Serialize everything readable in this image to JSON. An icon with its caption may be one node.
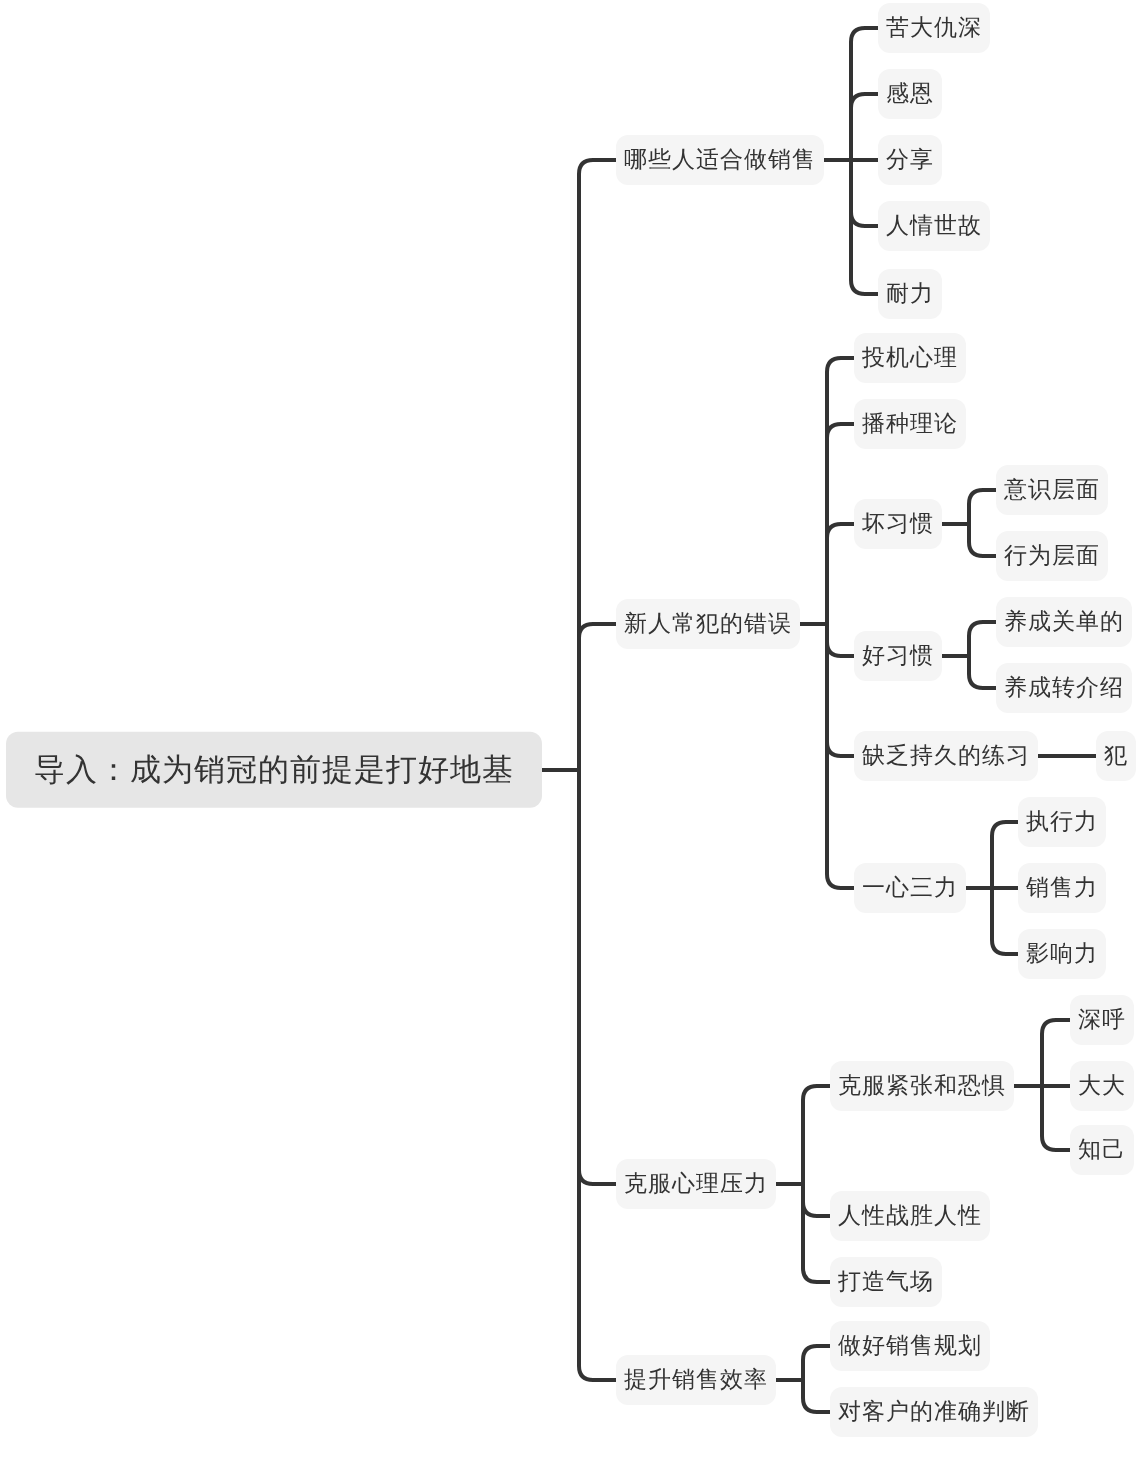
{
  "diagram": {
    "nodes": [
      {
        "text": [
          "导入：成为销冠的前提是打好地基"
        ]
      },
      {
        "text": [
          "哪些人适合做销售"
        ]
      },
      {
        "text": [
          "苦大仇深"
        ]
      },
      {
        "text": [
          "感恩"
        ]
      },
      {
        "text": [
          "分享"
        ]
      },
      {
        "text": [
          "人情世故"
        ]
      },
      {
        "text": [
          "耐力"
        ]
      },
      {
        "text": [
          "新人常犯的错误"
        ]
      },
      {
        "text": [
          "投机心理"
        ]
      },
      {
        "text": [
          "播种理论"
        ]
      },
      {
        "text": [
          "坏习惯"
        ]
      },
      {
        "text": [
          "意识层面"
        ]
      },
      {
        "text": [
          "行为层面"
        ]
      },
      {
        "text": [
          "好习惯"
        ]
      },
      {
        "text": [
          "养成关单的"
        ]
      },
      {
        "text": [
          "养成转介绍"
        ]
      },
      {
        "text": [
          "缺乏持久的练习"
        ]
      },
      {
        "text": [
          "犯"
        ]
      },
      {
        "text": [
          "一心三力"
        ]
      },
      {
        "text": [
          "执行力"
        ]
      },
      {
        "text": [
          "销售力"
        ]
      },
      {
        "text": [
          "影响力"
        ]
      },
      {
        "text": [
          "克服心理压力"
        ]
      },
      {
        "text": [
          "克服紧张和恐惧"
        ]
      },
      {
        "text": [
          "深呼"
        ]
      },
      {
        "text": [
          "大大"
        ]
      },
      {
        "text": [
          "知己"
        ]
      },
      {
        "text": [
          "人性战胜人性"
        ]
      },
      {
        "text": [
          "打造气场"
        ]
      },
      {
        "text": [
          "提升销售效率"
        ]
      },
      {
        "text": [
          "做好销售规划"
        ]
      },
      {
        "text": [
          "对客户的准确判断"
        ]
      }
    ],
    "edges": [
      {
        "from": 0,
        "to": 1,
        "arrow": "none"
      },
      {
        "from": 1,
        "to": 2,
        "arrow": "none"
      },
      {
        "from": 1,
        "to": 3,
        "arrow": "none"
      },
      {
        "from": 1,
        "to": 4,
        "arrow": "none"
      },
      {
        "from": 1,
        "to": 5,
        "arrow": "none"
      },
      {
        "from": 1,
        "to": 6,
        "arrow": "none"
      },
      {
        "from": 0,
        "to": 7,
        "arrow": "none"
      },
      {
        "from": 7,
        "to": 8,
        "arrow": "none"
      },
      {
        "from": 7,
        "to": 9,
        "arrow": "none"
      },
      {
        "from": 7,
        "to": 10,
        "arrow": "none"
      },
      {
        "from": 10,
        "to": 11,
        "arrow": "none"
      },
      {
        "from": 10,
        "to": 12,
        "arrow": "none"
      },
      {
        "from": 7,
        "to": 13,
        "arrow": "none"
      },
      {
        "from": 13,
        "to": 14,
        "arrow": "none"
      },
      {
        "from": 13,
        "to": 15,
        "arrow": "none"
      },
      {
        "from": 7,
        "to": 16,
        "arrow": "none"
      },
      {
        "from": 16,
        "to": 17,
        "arrow": "none"
      },
      {
        "from": 7,
        "to": 18,
        "arrow": "none"
      },
      {
        "from": 18,
        "to": 19,
        "arrow": "none"
      },
      {
        "from": 18,
        "to": 20,
        "arrow": "none"
      },
      {
        "from": 18,
        "to": 21,
        "arrow": "none"
      },
      {
        "from": 0,
        "to": 22,
        "arrow": "none"
      },
      {
        "from": 22,
        "to": 23,
        "arrow": "none"
      },
      {
        "from": 23,
        "to": 24,
        "arrow": "none"
      },
      {
        "from": 23,
        "to": 25,
        "arrow": "none"
      },
      {
        "from": 23,
        "to": 26,
        "arrow": "none"
      },
      {
        "from": 22,
        "to": 27,
        "arrow": "none"
      },
      {
        "from": 22,
        "to": 28,
        "arrow": "none"
      },
      {
        "from": 0,
        "to": 29,
        "arrow": "none"
      },
      {
        "from": 29,
        "to": 30,
        "arrow": "none"
      },
      {
        "from": 29,
        "to": 31,
        "arrow": "none"
      }
    ]
  }
}
